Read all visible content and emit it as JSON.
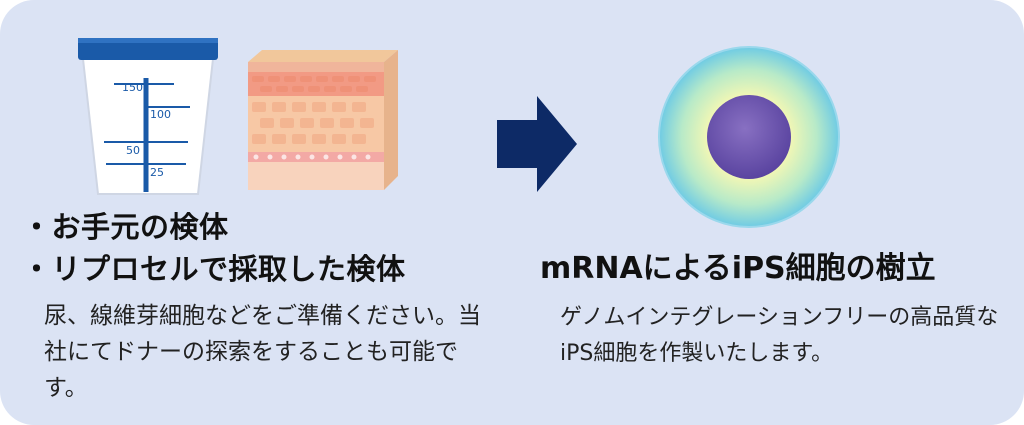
{
  "left": {
    "cup_scale": [
      "150",
      "100",
      "50",
      "25"
    ],
    "heading_1": "・お手元の検体",
    "heading_2": "・リプロセルで採取した検体",
    "description": "尿、線維芽細胞などをご準備ください。当社にてドナーの探索をすることも可能です。"
  },
  "right": {
    "heading": "mRNAによるiPS細胞の樹立",
    "description": "ゲノムインテグレーションフリーの高品質なiPS細胞を作製いたします。"
  },
  "colors": {
    "panel": "#dbe3f4",
    "arrow": "#0d2a66",
    "cup_blue": "#1a5aa8"
  },
  "icons": [
    "urine-cup-icon",
    "skin-tissue-icon",
    "right-arrow-icon",
    "ips-cell-icon"
  ]
}
